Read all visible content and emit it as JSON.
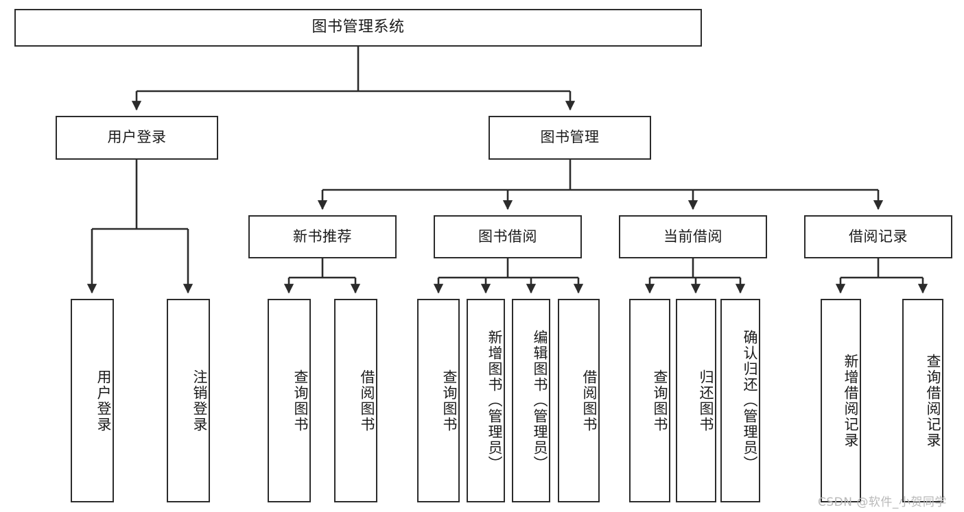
{
  "diagram": {
    "title": "图书管理系统",
    "watermark": "CSDN @软件_小贺同学",
    "colors": {
      "box_border": "#2b2b2b",
      "box_fill": "#ffffff",
      "connector": "#2b2b2b",
      "text": "#1a1a1a",
      "watermark": "#b9b9b9",
      "background": "#ffffff"
    },
    "levels": {
      "root": {
        "label": "图书管理系统"
      },
      "level2": [
        {
          "label": "用户登录"
        },
        {
          "label": "图书管理"
        }
      ],
      "level3": [
        {
          "label": "新书推荐"
        },
        {
          "label": "图书借阅"
        },
        {
          "label": "当前借阅"
        },
        {
          "label": "借阅记录"
        }
      ],
      "leaves": {
        "user_login": [
          {
            "label": "用户登录"
          },
          {
            "label": "注销登录"
          }
        ],
        "new_book_recommend": [
          {
            "label": "查询图书"
          },
          {
            "label": "借阅图书"
          }
        ],
        "book_borrow": [
          {
            "label": "查询图书"
          },
          {
            "label": "新增图书（管理员）"
          },
          {
            "label": "编辑图书（管理员）"
          },
          {
            "label": "借阅图书"
          }
        ],
        "current_borrow": [
          {
            "label": "查询图书"
          },
          {
            "label": "归还图书"
          },
          {
            "label": "确认归还（管理员）"
          }
        ],
        "borrow_record": [
          {
            "label": "新增借阅记录"
          },
          {
            "label": "查询借阅记录"
          }
        ]
      }
    }
  }
}
